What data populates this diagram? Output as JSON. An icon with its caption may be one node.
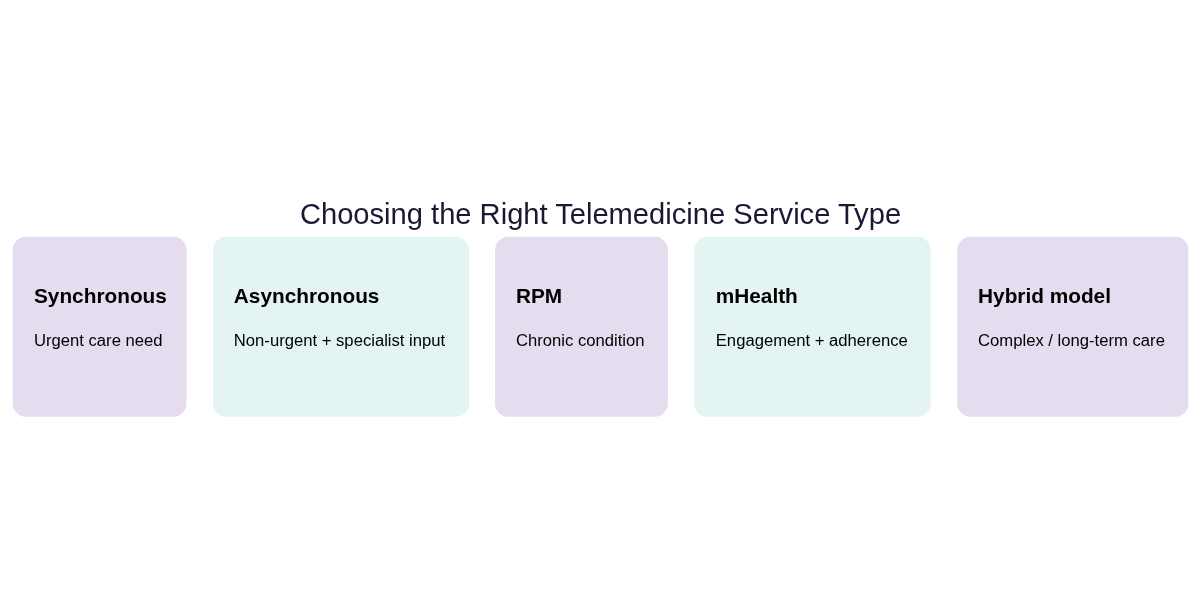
{
  "diagram": {
    "title": "Choosing the Right Telemedicine Service Type",
    "nodes": [
      {
        "text": [
          "Synchronous",
          "Urgent care need"
        ]
      },
      {
        "text": [
          "Asynchronous",
          "Non-urgent + specialist input"
        ]
      },
      {
        "text": [
          "RPM",
          "Chronic condition"
        ]
      },
      {
        "text": [
          "mHealth",
          "Engagement + adherence"
        ]
      },
      {
        "text": [
          "Hybrid model",
          "Complex / long-term care"
        ]
      }
    ]
  }
}
